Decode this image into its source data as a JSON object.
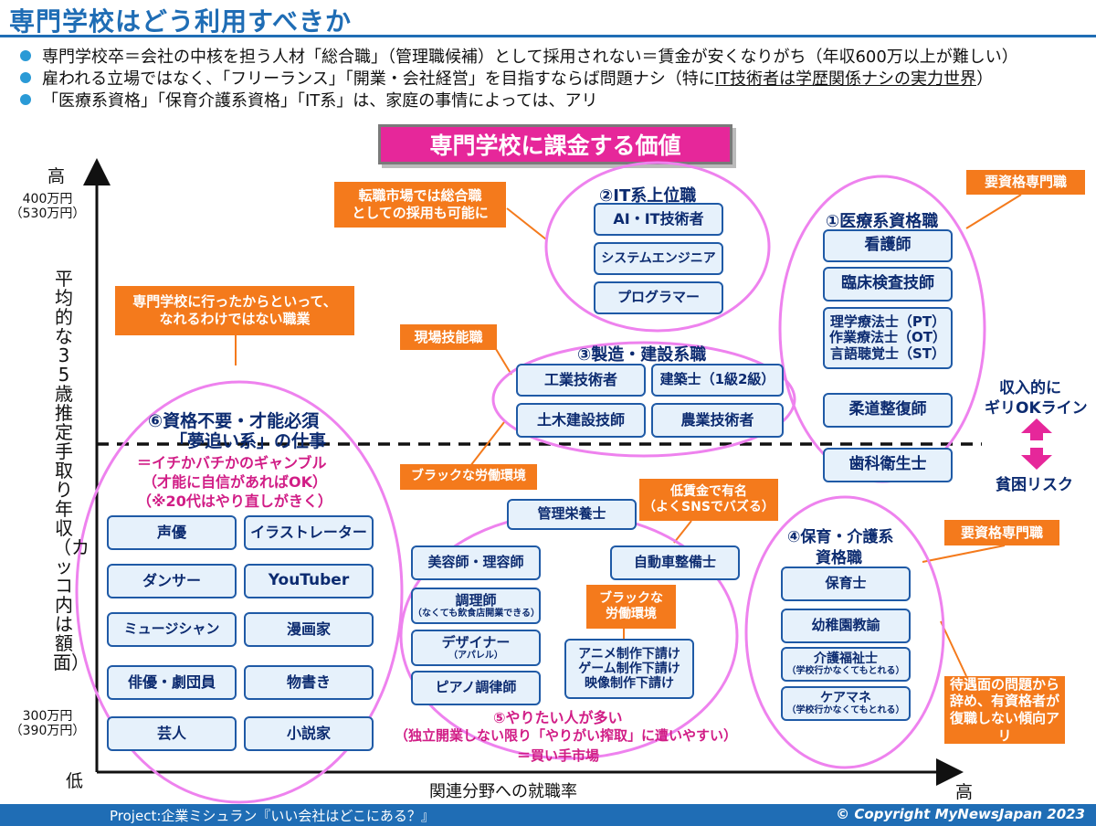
{
  "title": "専門学校はどう利用すべきか",
  "bullets": [
    "専門学校卒＝会社の中核を担う人材「総合職」（管理職候補）として採用されない＝賃金が安くなりがち（年収600万以上が難しい）",
    "雇われる立場ではなく、「フリーランス」「開業・会社経営」を目指すならば問題ナシ（特に",
    "「医療系資格」「保育介護系資格」「IT系」は、家庭の事情によっては、アリ"
  ],
  "bullet2_underlined": "IT技術者は学歴関係ナシの実力世界",
  "bullet2_end": "）",
  "banner": "専門学校に課金する価値",
  "axes": {
    "y_high": "高",
    "y_low": "低",
    "y_top_value": "400万円",
    "y_top_value_paren": "（530万円）",
    "y_bottom_value": "300万円",
    "y_bottom_value_paren": "（390万円）",
    "y_label": "平均的な35歳推定手取り年収（カッコ内は額面）",
    "x_label": "関連分野への就職率",
    "x_high": "高"
  },
  "groups": {
    "it": {
      "title": "②IT系上位職",
      "items": [
        "AI・IT技術者",
        "システムエンジニア",
        "プログラマー"
      ]
    },
    "medical": {
      "title": "①医療系資格職",
      "items": [
        "看護師",
        "臨床検査技師",
        "理学療法士（PT）",
        "作業療法士（OT）",
        "言語聴覚士（ST）",
        "柔道整復師",
        "歯科衛生士"
      ]
    },
    "manufacturing": {
      "title": "③製造・建設系職",
      "items": [
        "工業技術者",
        "建築士（1級2級）",
        "土木建設技師",
        "農業技術者"
      ]
    },
    "talent": {
      "title_1": "⑥資格不要・才能必須",
      "title_2": "「夢追い系」の仕事",
      "desc": [
        "＝イチかバチかのギャンブル",
        "（才能に自信があればOK）",
        "（※20代はやり直しがきく）"
      ],
      "items": [
        "声優",
        "イラストレーター",
        "ダンサー",
        "YouTuber",
        "ミュージシャン",
        "漫画家",
        "俳優・劇団員",
        "物書き",
        "芸人",
        "小説家"
      ]
    },
    "want": {
      "items": [
        "管理栄養士",
        "美容師・理容師",
        "自動車整備士",
        "調理師",
        "デザイナー",
        "ピアノ調律師",
        "アニメ制作下請け",
        "ゲーム制作下請け",
        "映像制作下請け"
      ],
      "sub_chef": "（なくても飲食店開業できる）",
      "sub_designer": "（アパレル）",
      "caption_1": "⑤やりたい人が多い",
      "caption_2": "（独立開業しない限り「やりがい搾取」に遭いやすい）",
      "caption_3": "＝買い手市場"
    },
    "care": {
      "title_1": "④保育・介護系",
      "title_2": "資格職",
      "items": [
        "保育士",
        "幼稚園教諭",
        "介護福祉士",
        "ケアマネ"
      ],
      "sub": "（学校行かなくてもとれる）"
    }
  },
  "callouts": {
    "career_change": [
      "転職市場では総合職",
      "としての採用も可能に"
    ],
    "not_guaranteed": [
      "専門学校に行ったからといって、",
      "なれるわけではない職業"
    ],
    "field_skill": "現場技能職",
    "black_env": "ブラックな労働環境",
    "low_wage": [
      "低賃金で有名",
      "（よくSNSでバズる）"
    ],
    "black_env_2": [
      "ブラックな",
      "労働環境"
    ],
    "license_1": "要資格専門職",
    "license_2": "要資格専門職",
    "care_issue": [
      "待遇面の問題から",
      "辞め、有資格者が",
      "復職しない傾向アリ"
    ]
  },
  "ok_line": {
    "above_1": "収入的に",
    "above_2": "ギリOKライン",
    "below": "貧困リスク"
  },
  "footer": {
    "project": "Project:企業ミシュラン『いい会社はどこにある？』",
    "copyright": "© Copyright  MyNewsJapan 2023"
  },
  "colors": {
    "accent_blue": "#1f6db5",
    "pink": "#e6279a",
    "orange": "#f47a1c",
    "box_fill": "#e6f1fb",
    "ellipse": "#ee82ee"
  }
}
